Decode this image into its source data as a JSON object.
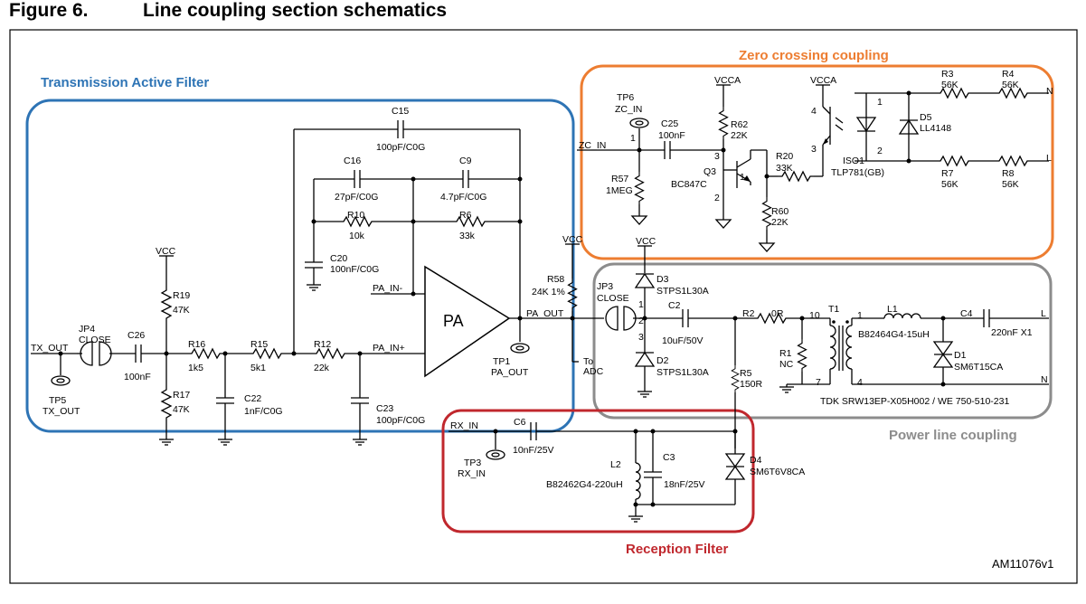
{
  "figure": {
    "number": "Figure 6.",
    "title": "Line coupling section schematics",
    "code": "AM11076v1"
  },
  "colors": {
    "transmission": "#2e74b5",
    "zero_crossing": "#ed7d31",
    "power_line": "#8c8c8c",
    "reception": "#c0272d"
  },
  "blocks": {
    "transmission": "Transmission Active Filter",
    "zero_crossing": "Zero crossing coupling",
    "power_line": "Power line coupling",
    "reception": "Reception Filter"
  },
  "amplifier": {
    "label": "PA"
  },
  "labels": {
    "vcc_r19": "VCC",
    "vcc_pa": "VCC",
    "vcc_d3": "VCC",
    "vcca_r62": "VCCA",
    "vcca_iso": "VCCA",
    "tx_out_net": "TX_OUT",
    "jp4_name": "JP4",
    "jp4_state": "CLOSE",
    "tp5_name": "TP5",
    "tp5_net": "TX_OUT",
    "c26_name": "C26",
    "c26_val": "100nF",
    "r16_name": "R16",
    "r16_val": "1k5",
    "r15_name": "R15",
    "r15_val": "5k1",
    "r12_name": "R12",
    "r12_val": "22k",
    "r19_name": "R19",
    "r19_val": "47K",
    "r17_name": "R17",
    "r17_val": "47K",
    "c22_name": "C22",
    "c22_val": "1nF/C0G",
    "c23_name": "C23",
    "c23_val": "100pF/C0G",
    "c15_name": "C15",
    "c15_val": "100pF/C0G",
    "c16_name": "C16",
    "c16_val": "27pF/C0G",
    "c9_name": "C9",
    "c9_val": "4.7pF/C0G",
    "r10_name": "R10",
    "r10_val": "10k",
    "r6_name": "R6",
    "r6_val": "33k",
    "c20_name": "C20",
    "c20_val": "100nF/C0G",
    "pa_in_minus": "PA_IN-",
    "pa_in_plus": "PA_IN+",
    "pa_out": "PA_OUT",
    "tp1_name": "TP1",
    "tp1_net": "PA_OUT",
    "r58_name": "R58",
    "r58_val": "24K 1%",
    "to_adc_1": "To",
    "to_adc_2": "ADC",
    "tp6_name": "TP6",
    "tp6_net": "ZC_IN",
    "zc_in_net": "ZC_IN",
    "c25_name": "C25",
    "c25_val": "100nF",
    "r57_name": "R57",
    "r57_val": "1MEG",
    "r62_name": "R62",
    "r62_val": "22K",
    "q3_name": "Q3",
    "q3_part": "BC847C",
    "r20_name": "R20",
    "r20_val": "33K",
    "r60_name": "R60",
    "r60_val": "22K",
    "iso1_name": "ISO1",
    "iso1_part": "TLP781(GB)",
    "d5_name": "D5",
    "d5_part": "LL4148",
    "r3_name": "R3",
    "r3_val": "56K",
    "r4_name": "R4",
    "r4_val": "56K",
    "r7_name": "R7",
    "r7_val": "56K",
    "r8_name": "R8",
    "r8_val": "56K",
    "net_n_top": "N",
    "net_l_top": "L",
    "d3_name": "D3",
    "d3_part": "STPS1L30A",
    "d2_name": "D2",
    "d2_part": "STPS1L30A",
    "jp3_name": "JP3",
    "jp3_state": "CLOSE",
    "c2_name": "C2",
    "c2_val": "10uF/50V",
    "r2_name": "R2",
    "r2_val": "0R",
    "r1_name": "R1",
    "r1_val": "NC",
    "r5_name": "R5",
    "r5_val": "150R",
    "t1_name": "T1",
    "t1_pin10": "10",
    "t1_pin7": "7",
    "t1_pin1": "1",
    "t1_pin4": "4",
    "t1_part": "TDK SRW13EP-X05H002 / WE 750-510-231",
    "l1_name": "L1",
    "l1_part": "B82464G4-15uH",
    "c4_name": "C4",
    "c4_val": "220nF X1",
    "d1_name": "D1",
    "d1_part": "SM6T15CA",
    "net_l_bot": "L",
    "net_n_bot": "N",
    "rx_in_net": "RX_IN",
    "c6_name": "C6",
    "c6_val": "10nF/25V",
    "tp3_name": "TP3",
    "tp3_net": "RX_IN",
    "l2_name": "L2",
    "l2_part": "B82462G4-220uH",
    "c3_name": "C3",
    "c3_val": "18nF/25V",
    "d4_name": "D4",
    "d4_part": "SM6T6V8CA",
    "pin_1": "1",
    "pin_2": "2",
    "pin_3": "3"
  }
}
